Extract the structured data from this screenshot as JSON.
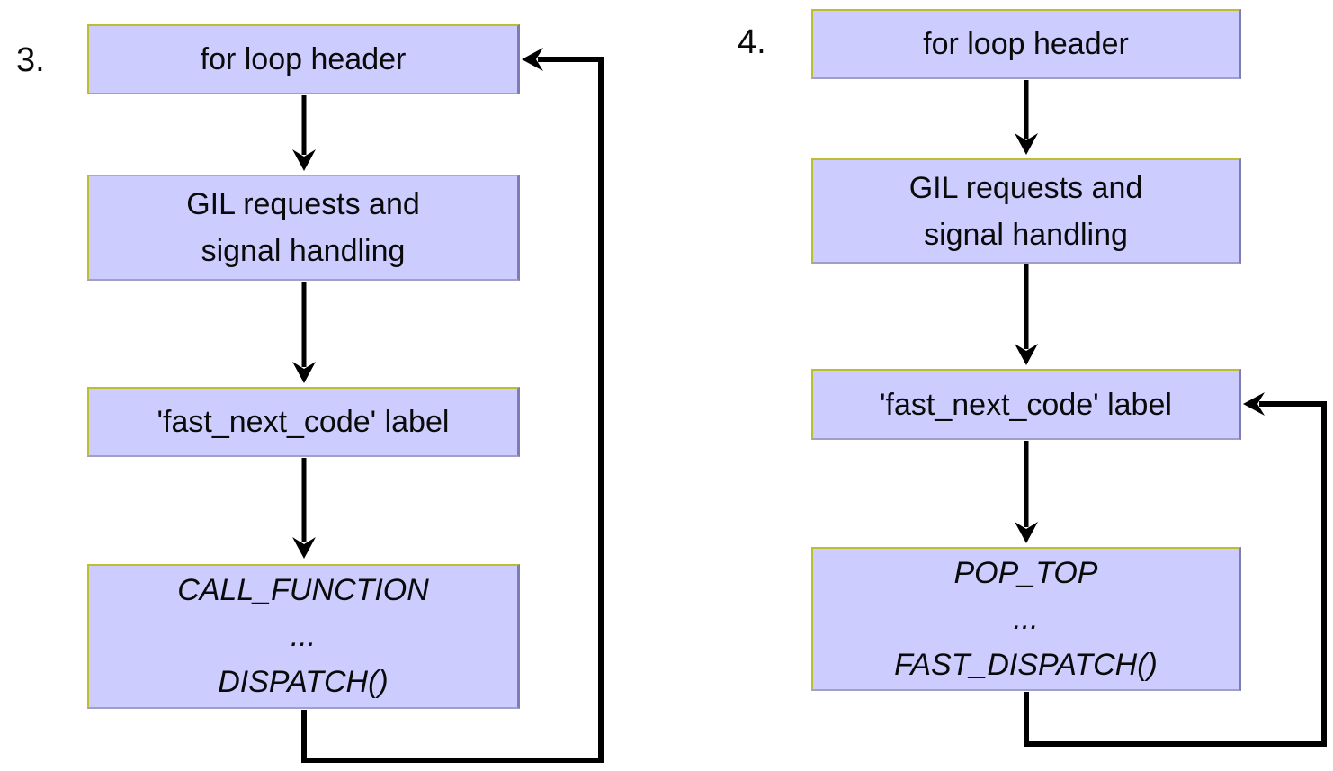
{
  "colors": {
    "box_fill": "#ccccff",
    "box_border_top_left": "#bdbd2e",
    "box_border_right": "#7d7db3",
    "arrow": "#000000",
    "text": "#0a0a0a",
    "background": "#ffffff"
  },
  "diagrams": [
    {
      "label": "3.",
      "boxes": [
        {
          "lines": [
            "for loop header"
          ]
        },
        {
          "lines": [
            "GIL requests and",
            "signal handling"
          ]
        },
        {
          "lines": [
            "'fast_next_code' label"
          ]
        },
        {
          "lines": [
            "CALL_FUNCTION",
            "...",
            "DISPATCH()"
          ],
          "style": "italic"
        }
      ],
      "loop_back_arrow_target": "for loop header"
    },
    {
      "label": "4.",
      "boxes": [
        {
          "lines": [
            "for loop header"
          ]
        },
        {
          "lines": [
            "GIL requests and",
            "signal handling"
          ]
        },
        {
          "lines": [
            "'fast_next_code' label"
          ]
        },
        {
          "lines": [
            "POP_TOP",
            "...",
            "FAST_DISPATCH()"
          ],
          "style": "italic"
        }
      ],
      "loop_back_arrow_target": "'fast_next_code' label"
    }
  ]
}
